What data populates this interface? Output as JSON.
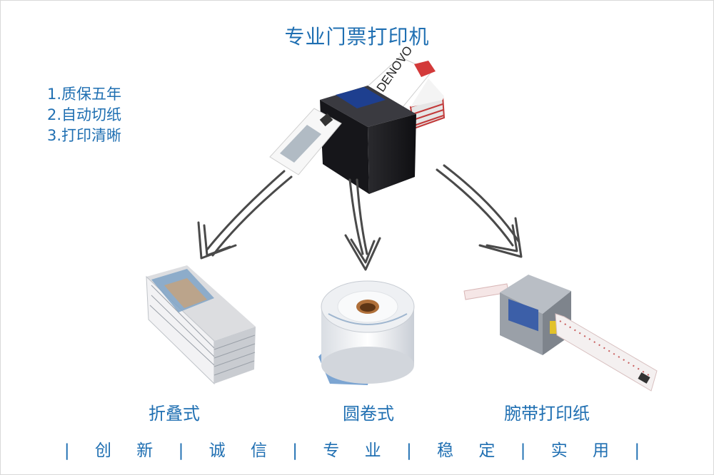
{
  "title": "专业门票打印机",
  "features": [
    "1.质保五年",
    "2.自动切纸",
    "3.打印清晰"
  ],
  "printer": {
    "brand_text": "DENOVO"
  },
  "products": [
    {
      "label": "折叠式"
    },
    {
      "label": "圆卷式"
    },
    {
      "label": "腕带打印纸"
    }
  ],
  "slogan": "| 创 新 | 诚 信 | 专 业 | 稳 定 | 实 用 |",
  "colors": {
    "text": "#1f6fb2",
    "arrow": "#4a4a4a",
    "printer_body": "#1c1c1f"
  }
}
